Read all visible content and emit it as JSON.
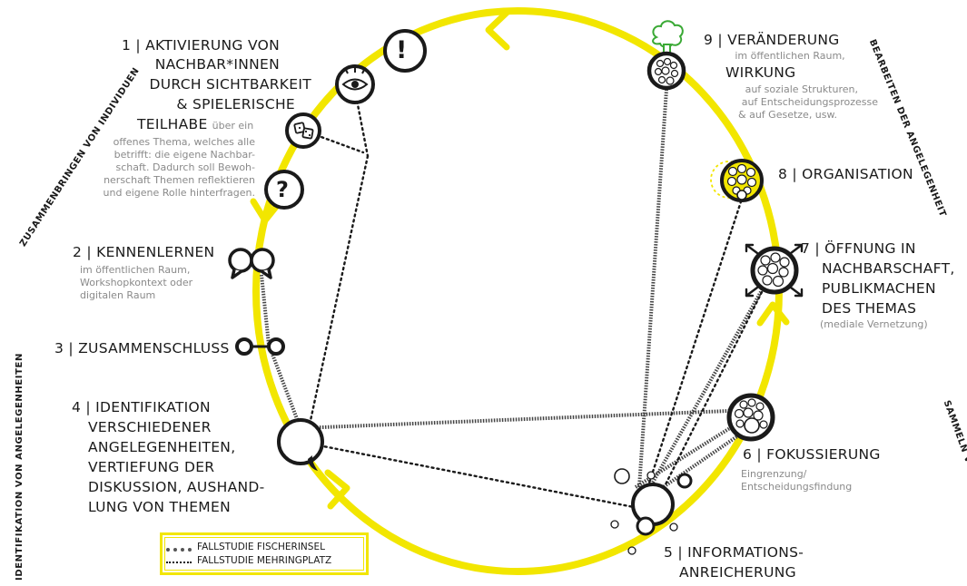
{
  "steps": [
    {
      "num_title": "1 | AKTIVIERUNG VON",
      "line2": "NACHBAR*INNEN",
      "line3": "DURCH SICHTBARKEIT",
      "line4": "& SPIELERISCHE",
      "line5_head": "TEILHABE",
      "line5_tail": "über ein",
      "desc": [
        "offenes Thema, welches alle",
        "betrifft: die eigene Nachbar-",
        "schaft. Dadurch soll Bewoh-",
        "nerschaft Themen reflektieren",
        "und eigene Rolle hinterfragen."
      ]
    },
    {
      "num_title": "2 | KENNENLERNEN",
      "desc": [
        "im öffentlichen Raum,",
        "Workshopkontext oder",
        "digitalen Raum"
      ]
    },
    {
      "num_title": "3 | ZUSAMMENSCHLUSS"
    },
    {
      "num_title": "4 | IDENTIFIKATION",
      "lines": [
        "VERSCHIEDENER",
        "ANGELEGENHEITEN,",
        "VERTIEFUNG DER",
        "DISKUSSION, AUSHAND-",
        "LUNG VON THEMEN"
      ]
    },
    {
      "num_title": "5 | INFORMATIONS-",
      "line2": "ANREICHERUNG"
    },
    {
      "num_title": "6 | FOKUSSIERUNG",
      "desc": [
        "Eingrenzung/",
        "Entscheidungsfindung"
      ]
    },
    {
      "num_title": "7 | ÖFFNUNG IN",
      "lines": [
        "NACHBARSCHAFT,",
        "PUBLIKMACHEN",
        "DES THEMAS"
      ],
      "desc": "(mediale Vernetzung)"
    },
    {
      "num_title": "8 | ORGANISATION"
    },
    {
      "num_title": "9 | VERÄNDERUNG",
      "desc1": "im öffentlichen Raum,",
      "line2": "WIRKUNG",
      "desc2": [
        "auf soziale Strukturen,",
        "auf Entscheidungsprozesse",
        "& auf Gesetze, usw."
      ]
    }
  ],
  "edge_labels": {
    "top_left": "ZUSAMMENBRINGEN VON INDIVIDUEN",
    "bottom_left": "IDENTIFIKATION VON ANGELEGENHEITEN",
    "top_right": "BEARBEITEN DER ANGELEGENHEIT",
    "bottom_right": "SAMMELN VON INFORMATIONEN"
  },
  "legend": {
    "fischerinsel": "FALLSTUDIE FISCHERINSEL",
    "mehringplatz": "FALLSTUDIE MEHRINGPLATZ"
  },
  "icons": {
    "exclamation": "!",
    "question": "?"
  },
  "colors": {
    "cycle": "#f2e600",
    "ink": "#1a1a1a",
    "grey_text": "#8a8a8a",
    "tree": "#3aa935"
  }
}
